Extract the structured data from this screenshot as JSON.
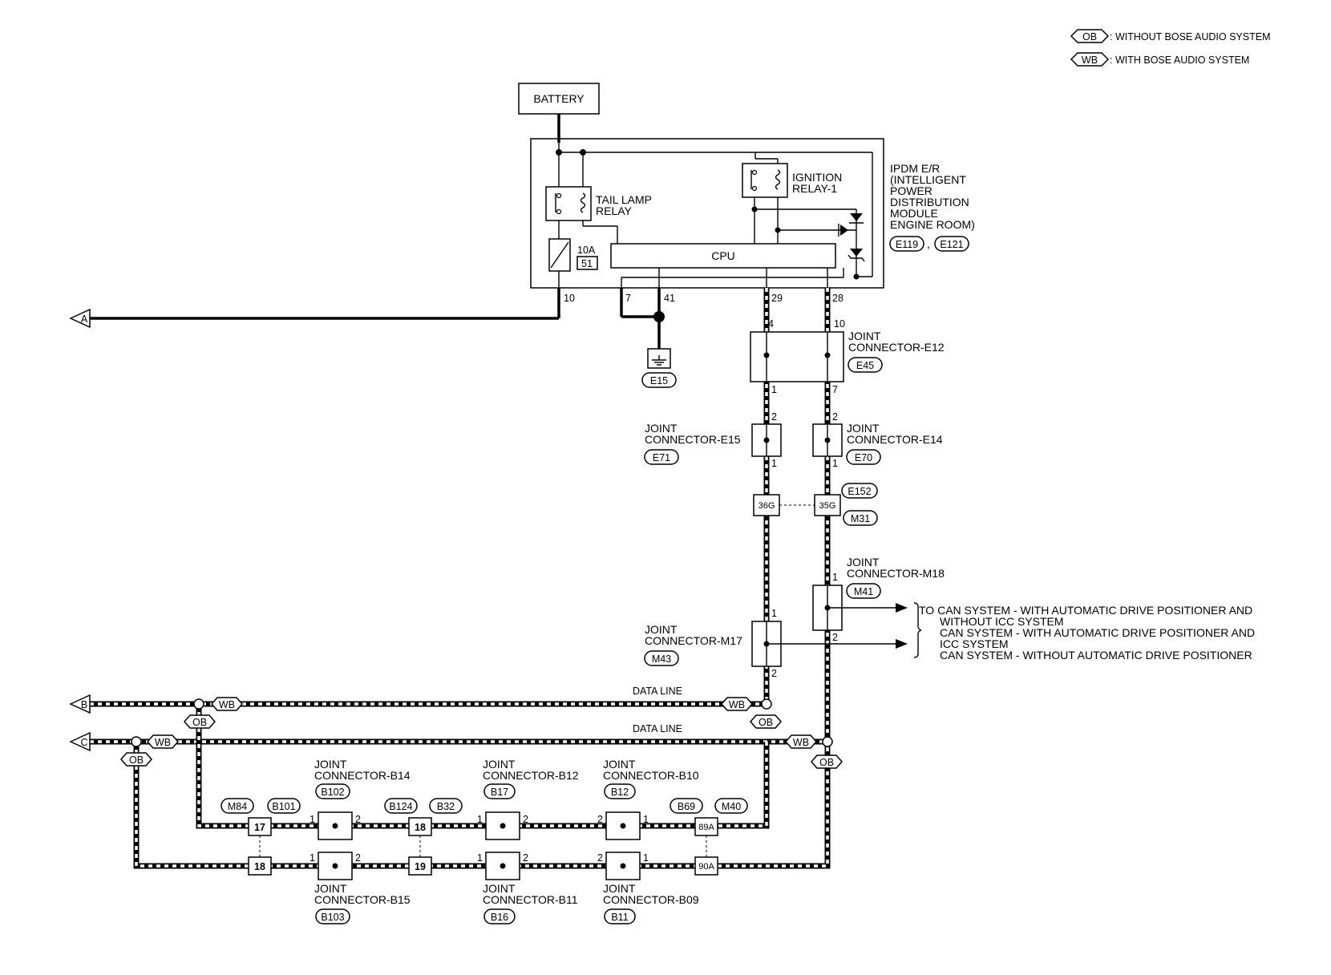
{
  "legend": {
    "ob": {
      "tag": "OB",
      "text": ": WITHOUT BOSE AUDIO SYSTEM"
    },
    "wb": {
      "tag": "WB",
      "text": ": WITH BOSE AUDIO SYSTEM"
    }
  },
  "battery": "BATTERY",
  "ipdm": {
    "lines": [
      "IPDM E/R",
      "(INTELLIGENT",
      "POWER",
      "DISTRIBUTION",
      "MODULE",
      "ENGINE ROOM)"
    ],
    "conn1": "E119",
    "sep": ",",
    "conn2": "E121",
    "tail_lamp_relay": [
      "TAIL LAMP",
      "RELAY"
    ],
    "ignition_relay": [
      "IGNITION",
      "RELAY-1"
    ],
    "cpu": "CPU",
    "fuse_amp": "10A",
    "fuse_no": "51",
    "pins": {
      "p10": "10",
      "p7": "7",
      "p41": "41",
      "p29": "29",
      "p28": "28"
    }
  },
  "ground": "E15",
  "jc_e12": {
    "lines": [
      "JOINT",
      "CONNECTOR-E12"
    ],
    "code": "E45",
    "pin4": "4",
    "pin10": "10",
    "pin1": "1",
    "pin7": "7"
  },
  "jc_e15": {
    "lines": [
      "JOINT",
      "CONNECTOR-E15"
    ],
    "code": "E71",
    "pin2": "2",
    "pin1": "1"
  },
  "jc_e14": {
    "lines": [
      "JOINT",
      "CONNECTOR-E14"
    ],
    "code": "E70",
    "pin2": "2",
    "pin1": "1"
  },
  "conn_36g": "36G",
  "conn_35g": "35G",
  "code_e152": "E152",
  "code_m31": "M31",
  "jc_m18": {
    "lines": [
      "JOINT",
      "CONNECTOR-M18"
    ],
    "code": "M41",
    "pin1": "1",
    "pin2": "2"
  },
  "jc_m17": {
    "lines": [
      "JOINT",
      "CONNECTOR-M17"
    ],
    "code": "M43",
    "pin1": "1",
    "pin2": "2"
  },
  "to_can": [
    "TO CAN SYSTEM - WITH AUTOMATIC DRIVE POSITIONER AND",
    "WITHOUT ICC SYSTEM",
    "CAN SYSTEM - WITH AUTOMATIC DRIVE POSITIONER AND",
    "ICC SYSTEM",
    "CAN SYSTEM - WITHOUT AUTOMATIC DRIVE POSITIONER"
  ],
  "offpage": {
    "a": "A",
    "b": "B",
    "c": "C"
  },
  "data_line": "DATA LINE",
  "tags": {
    "wb": "WB",
    "ob": "OB"
  },
  "bottom": {
    "m84": "M84",
    "b101": "B101",
    "b124": "B124",
    "b32": "B32",
    "b69": "B69",
    "m40": "M40",
    "c17": "17",
    "c18a": "18",
    "c18b": "18",
    "c19": "19",
    "c89a": "89A",
    "c90a": "90A",
    "pin1": "1",
    "pin2": "2",
    "jc_b14": {
      "lines": [
        "JOINT",
        "CONNECTOR-B14"
      ],
      "code": "B102"
    },
    "jc_b12": {
      "lines": [
        "JOINT",
        "CONNECTOR-B12"
      ],
      "code": "B17"
    },
    "jc_b10": {
      "lines": [
        "JOINT",
        "CONNECTOR-B10"
      ],
      "code": "B12"
    },
    "jc_b15": {
      "lines": [
        "JOINT",
        "CONNECTOR-B15"
      ],
      "code": "B103"
    },
    "jc_b11": {
      "lines": [
        "JOINT",
        "CONNECTOR-B11"
      ],
      "code": "B16"
    },
    "jc_b09": {
      "lines": [
        "JOINT",
        "CONNECTOR-B09"
      ],
      "code": "B11"
    }
  }
}
